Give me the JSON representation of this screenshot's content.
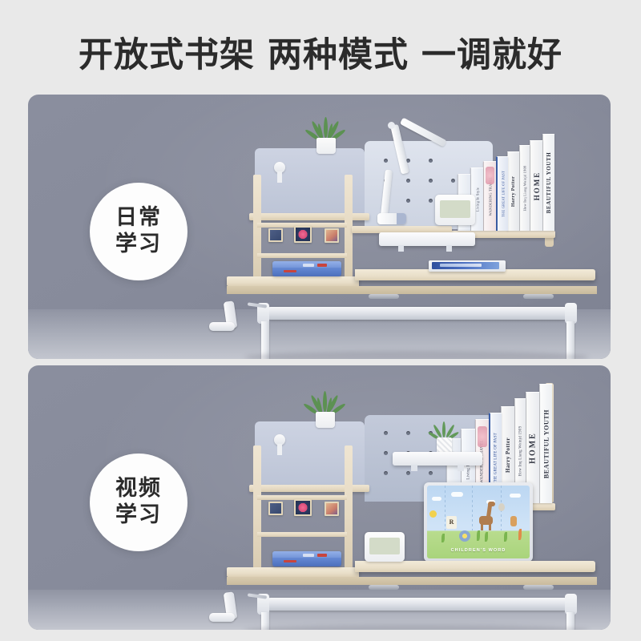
{
  "page": {
    "background_color": "#e9e9e9",
    "title": "开放式书架 两种模式 一调就好",
    "title_color": "#2b2b2b"
  },
  "panels": [
    {
      "id": "daily",
      "badge_line1": "日常",
      "badge_line2": "学习",
      "badge_bg": "#fdfdfd",
      "wall_color": "#878b9b",
      "floor_color": "#c3c6cf",
      "scene_items": [
        "succulent-plant",
        "desk-lamp",
        "pegboard",
        "digital-clock",
        "book-row",
        "photo-frames",
        "pencil-case",
        "open-book",
        "height-crank"
      ]
    },
    {
      "id": "video",
      "badge_line1": "视频",
      "badge_line2": "学习",
      "badge_bg": "#fdfdfd",
      "wall_color": "#878b9b",
      "floor_color": "#c3c6cf",
      "scene_items": [
        "succulent-plant",
        "small-succulent",
        "pegboard",
        "digital-clock",
        "book-row",
        "photo-frames",
        "pencil-case",
        "tablet-display",
        "height-crank"
      ]
    }
  ],
  "books": [
    {
      "title": "BEAUTIFUL YOUTH",
      "style": "large"
    },
    {
      "title": "HOME",
      "style": "large"
    },
    {
      "title": "How Inq Liang Woinjd 1909",
      "style": "small"
    },
    {
      "title": "Harry Potter",
      "style": "large"
    },
    {
      "title": "THE GREAT LIFE OF PAST",
      "style": "small-blue"
    },
    {
      "title": "WANDERING TRAVEL",
      "style": "small"
    },
    {
      "title": "Living In Style",
      "style": "small"
    }
  ],
  "tablet": {
    "label": "CHILDREN'S WORD",
    "sky_color": "#cfe3f7",
    "grass_color": "#a9d47c"
  },
  "furniture": {
    "wood_color": "#e6dac3",
    "panel_color": "#bcc4d6",
    "desktop_color": "#e9dfc9"
  }
}
